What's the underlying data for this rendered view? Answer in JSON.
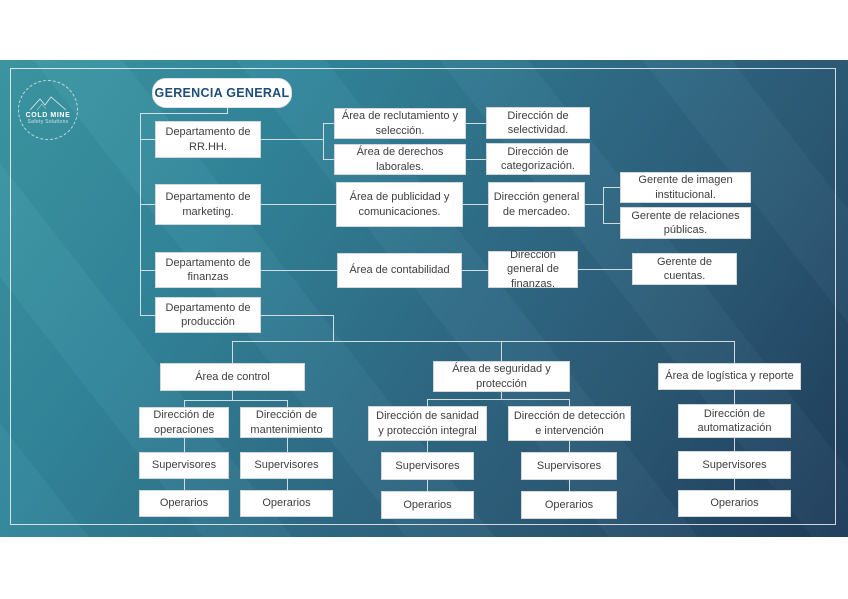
{
  "logo": {
    "name": "COLD MINE",
    "tagline": "Safety Solutions",
    "icon": "mountains-icon"
  },
  "colors": {
    "root_text": "#1F4E79",
    "canvas_gradient_start": "#3D98A3",
    "canvas_gradient_end": "#1E3C5A",
    "node_bg": "#FFFFFF",
    "node_text": "#3E3E3E",
    "connector": "#E2E9EC"
  },
  "chart": {
    "root": "GERENCIA GENERAL",
    "rrhh": {
      "dept": "Departamento de RR.HH.",
      "area_reclutamiento": "Área de reclutamiento y selección.",
      "area_derechos": "Área de derechos laborales.",
      "dir_selectividad": "Dirección de selectividad.",
      "dir_categorizacion": "Dirección de categorización."
    },
    "marketing": {
      "dept": "Departamento de marketing.",
      "area_publicidad": "Área de publicidad y comunicaciones.",
      "dir_mercadeo": "Dirección general de mercadeo.",
      "ger_imagen": "Gerente de imagen institucional.",
      "ger_relaciones": "Gerente de relaciones públicas."
    },
    "finanzas": {
      "dept": "Departamento de finanzas",
      "area_contabilidad": "Área de contabilidad",
      "dir_finanzas": "Dirección general de finanzas.",
      "ger_cuentas": "Gerente de cuentas."
    },
    "produccion": {
      "dept": "Departamento de producción",
      "area_control": "Área de control",
      "area_seguridad": "Área de seguridad y protección",
      "area_logistica": "Área de logística y reporte",
      "dir_operaciones": "Dirección de operaciones",
      "dir_mantenimiento": "Dirección de mantenimiento",
      "dir_sanidad": "Dirección de sanidad y protección integral",
      "dir_deteccion": "Dirección de detección e intervención",
      "dir_automatizacion": "Dirección de automatización",
      "supervisores": "Supervisores",
      "operarios": "Operarios"
    }
  }
}
